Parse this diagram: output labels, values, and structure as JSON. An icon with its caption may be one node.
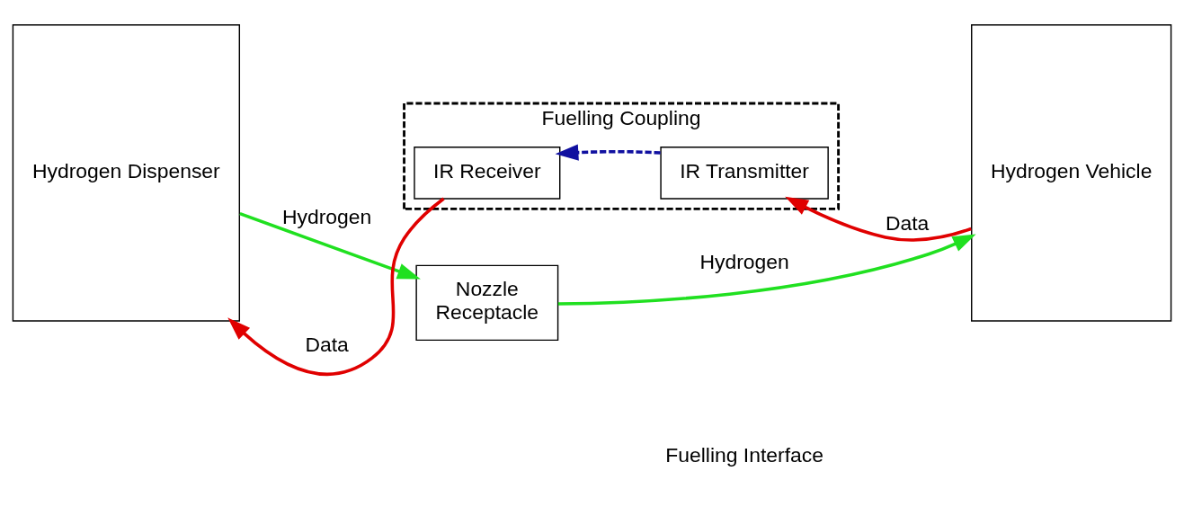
{
  "diagram": {
    "nodes": [
      {
        "text": [
          "Hydrogen Dispenser"
        ]
      },
      {
        "text": [
          "Fuelling Coupling"
        ]
      },
      {
        "text": [
          "IR Receiver"
        ],
        "in": 1
      },
      {
        "text": [
          "IR Transmitter"
        ],
        "in": 1
      },
      {
        "text": [
          "Nozzle",
          "Receptacle"
        ]
      },
      {
        "text": [
          "Hydrogen Vehicle"
        ]
      }
    ],
    "edges": [
      {
        "from": 2,
        "to": 0,
        "arrow": "to",
        "label": "Data",
        "color": "#e00000"
      },
      {
        "from": 3,
        "to": 2,
        "arrow": "to",
        "style": "dashed",
        "color": "#1010a0"
      },
      {
        "from": 5,
        "to": 3,
        "arrow": "to",
        "label": "Data",
        "color": "#e00000"
      },
      {
        "from": 0,
        "to": 4,
        "arrow": "to",
        "label": "Hydrogen",
        "color": "#20e020"
      },
      {
        "from": 4,
        "to": 5,
        "arrow": "to",
        "label": "Hydrogen",
        "color": "#20e020"
      }
    ],
    "labels": [
      "Fuelling Interface"
    ]
  }
}
